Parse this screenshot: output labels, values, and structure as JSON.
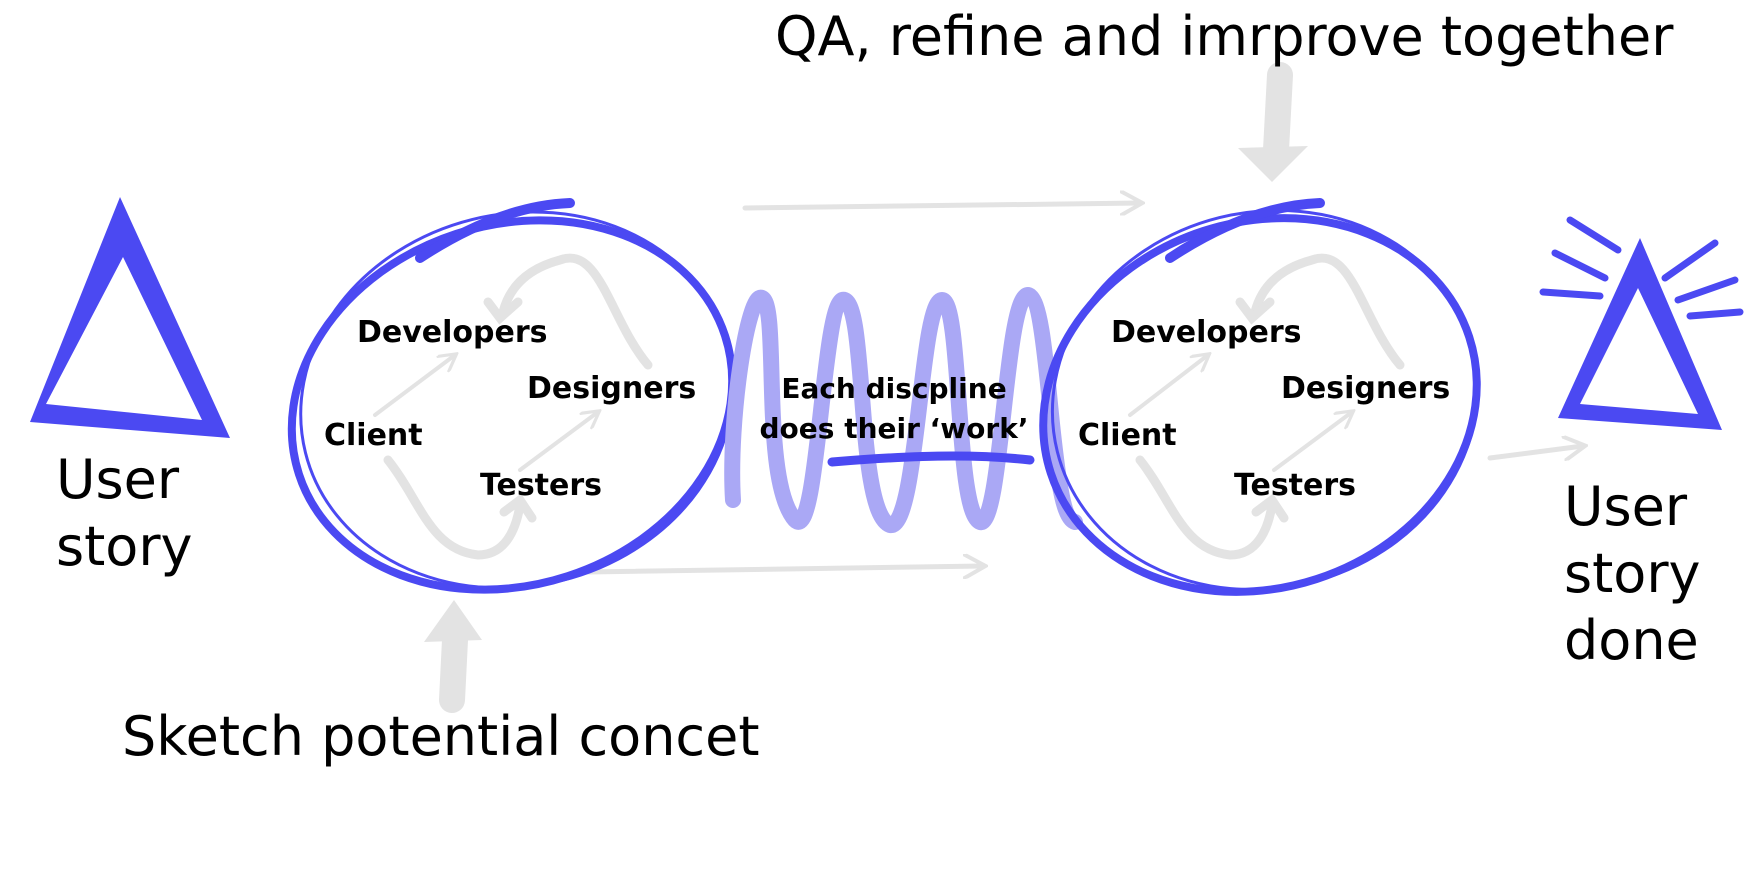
{
  "colors": {
    "accent": "#4B49F2",
    "accent_soft": "#AAA8F5",
    "arrow_grey": "#E3E3E3",
    "text": "#000000"
  },
  "labels": {
    "top_caption": "QA, refine and imrprove together",
    "bottom_caption": "Sketch potential concet",
    "start_line1": "User",
    "start_line2": "story",
    "end_line1": "User",
    "end_line2": "story",
    "end_line3": "done",
    "middle_line1": "Each discpline",
    "middle_line2": "does their ‘work’"
  },
  "loops": [
    {
      "developers": "Developers",
      "designers": "Designers",
      "client": "Client",
      "testers": "Testers"
    },
    {
      "developers": "Developers",
      "designers": "Designers",
      "client": "Client",
      "testers": "Testers"
    }
  ],
  "icons": {
    "start": "triangle-icon",
    "end": "triangle-burst-icon"
  }
}
